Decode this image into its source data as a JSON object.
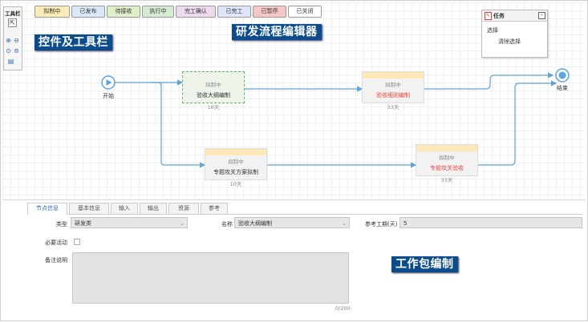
{
  "toolbar": {
    "title": "工具栏"
  },
  "states": [
    {
      "label": "拟制中",
      "bg": "#fbecb5"
    },
    {
      "label": "已发布",
      "bg": "#d9e7f7"
    },
    {
      "label": "待接收",
      "bg": "#dff0c7"
    },
    {
      "label": "执行中",
      "bg": "#d5ecd2"
    },
    {
      "label": "完工确认",
      "bg": "#eed9ef"
    },
    {
      "label": "已完工",
      "bg": "#dfe6f7"
    },
    {
      "label": "已暂停",
      "bg": "#f7c6c6"
    },
    {
      "label": "已关闭",
      "bg": "#ffffff"
    }
  ],
  "callouts": {
    "controls": "控件及工具栏",
    "editor": "研发流程编辑器",
    "workpackage": "工作包编制"
  },
  "task_panel": {
    "title": "任务",
    "select": "选择",
    "clear": "清除选择"
  },
  "flow": {
    "start": "开始",
    "end": "结束",
    "nodes": [
      {
        "status": "拟制中",
        "name": "验收大纲编制",
        "days": "16天",
        "name_color": "#333333"
      },
      {
        "status": "拟制中",
        "name": "验收细则编制",
        "days": "33天",
        "name_color": "#e8463f"
      },
      {
        "status": "拟制中",
        "name": "专题攻关方案拟制",
        "days": "10天",
        "name_color": "#333333"
      },
      {
        "status": "拟制中",
        "name": "专题攻关验收",
        "days": "33天",
        "name_color": "#e8463f"
      }
    ]
  },
  "tabs": [
    "节点信息",
    "基本信息",
    "输入",
    "输出",
    "资源",
    "参考"
  ],
  "form": {
    "type_label": "类型",
    "type_value": "研发类",
    "name_label": "名称",
    "name_value": "验收大纲编制",
    "ref_label": "参考工期(天)",
    "ref_value": "5",
    "required_label": "必要活动",
    "note_label": "备注说明",
    "counter": "0/200"
  },
  "colors": {
    "accent": "#2f6eb5",
    "callout_bg": "#0d4c8a",
    "connector": "#5ea3dc"
  }
}
